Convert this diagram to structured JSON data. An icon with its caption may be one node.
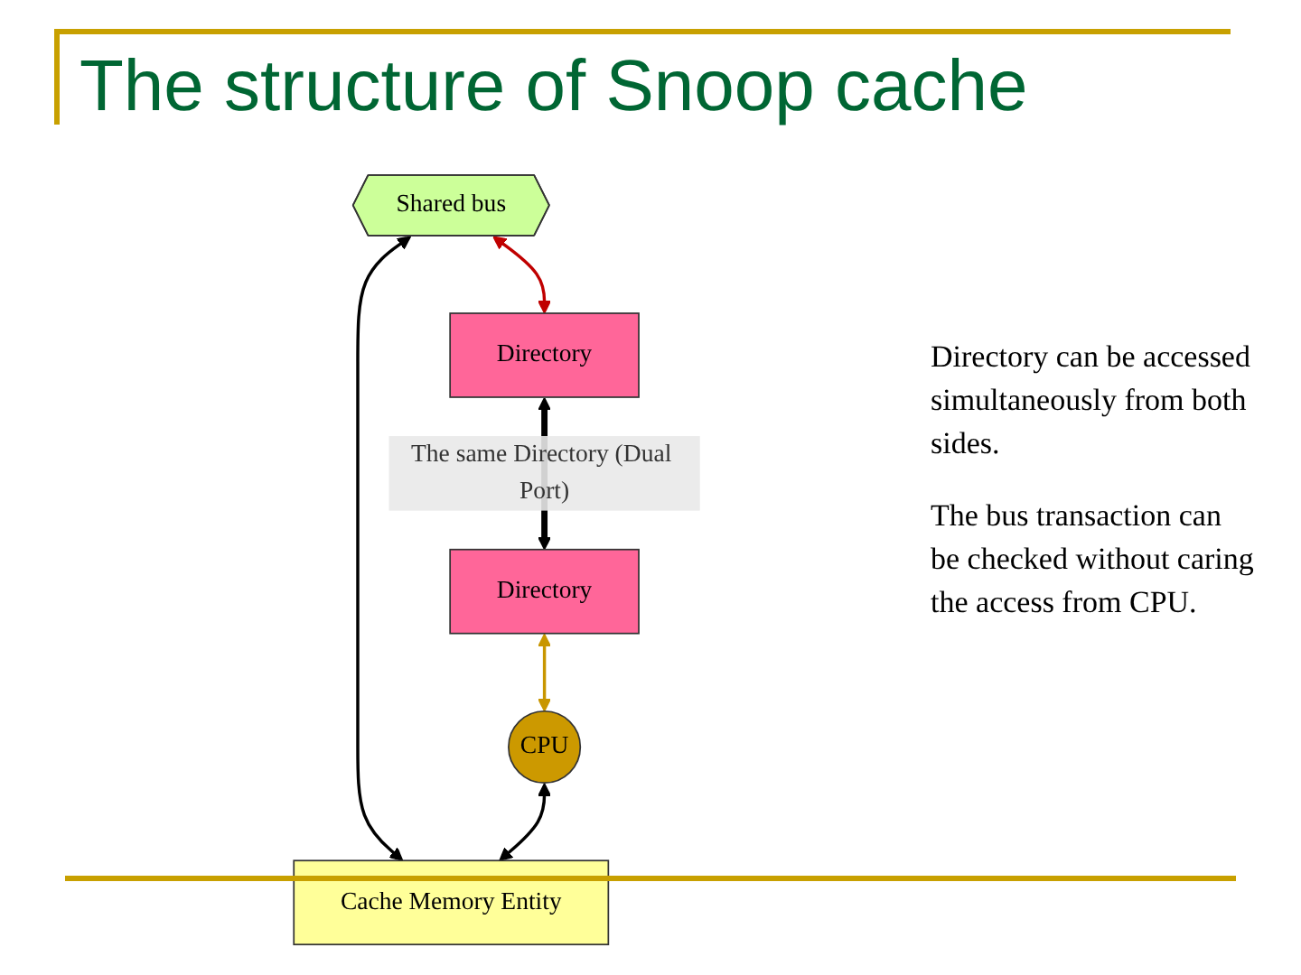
{
  "diagram": {
    "title": "The structure of Snoop cache",
    "nodes": [
      {
        "text": [
          "Shared bus"
        ]
      },
      {
        "text": [
          "Directory"
        ]
      },
      {
        "text": [
          "Cache Memory Entity"
        ]
      },
      {
        "text": [
          "Directory"
        ]
      },
      {
        "text": [
          "CPU"
        ]
      }
    ],
    "edges": [
      {
        "from": 0,
        "to": 1,
        "arrow": "both",
        "color": "#c00000"
      },
      {
        "from": 0,
        "to": 2,
        "arrow": "both"
      },
      {
        "from": 1,
        "to": 3,
        "arrow": "both",
        "style": "thick",
        "label": "The same Directory (Dual Port)"
      },
      {
        "from": 3,
        "to": 4,
        "arrow": "both",
        "color": "#c89600"
      },
      {
        "from": 4,
        "to": 2,
        "arrow": "both"
      }
    ],
    "labels": [
      "Directory can be accessed simultaneously from both sides.",
      "The bus transaction can be checked without caring the access from CPU."
    ]
  }
}
